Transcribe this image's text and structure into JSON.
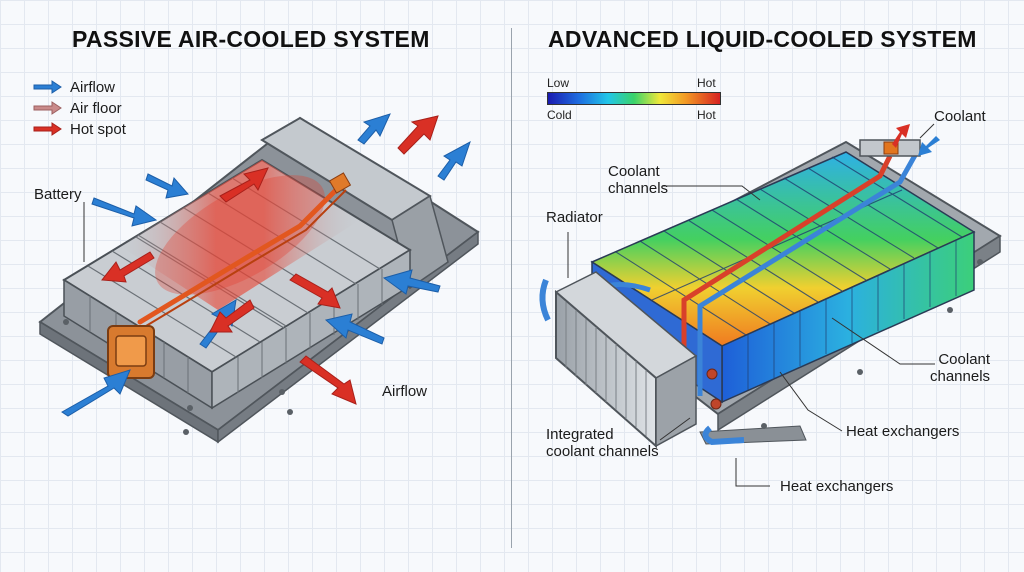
{
  "left": {
    "title": "PASSIVE AIR-COOLED SYSTEM",
    "legend": [
      {
        "label": "Airflow",
        "color": "#2b7fd4"
      },
      {
        "label": "Air floor",
        "color": "#c98a8a"
      },
      {
        "label": "Hot spot",
        "color": "#d93025"
      }
    ],
    "labels": {
      "battery": "Battery",
      "airflow": "Airflow"
    }
  },
  "right": {
    "title": "ADVANCED LIQUID-COOLED SYSTEM",
    "scale": {
      "low": "Low",
      "hot_top": "Hot",
      "cold": "Cold",
      "hot_bottom": "Hot"
    },
    "labels": {
      "coolant": "Coolant",
      "coolant_channels_top": "Coolant\nchannels",
      "radiator": "Radiator",
      "coolant_channels_right": "Coolant\nchannels",
      "heat_exchangers_right": "Heat exchangers",
      "integrated": "Integrated\ncoolant channels",
      "heat_exchangers_bottom": "Heat exchangers"
    }
  },
  "colors": {
    "airflow_blue": "#2b7fd4",
    "hot_red": "#d93025",
    "coolant_orange": "#e2571f",
    "casing_gray": "#8c9299"
  }
}
